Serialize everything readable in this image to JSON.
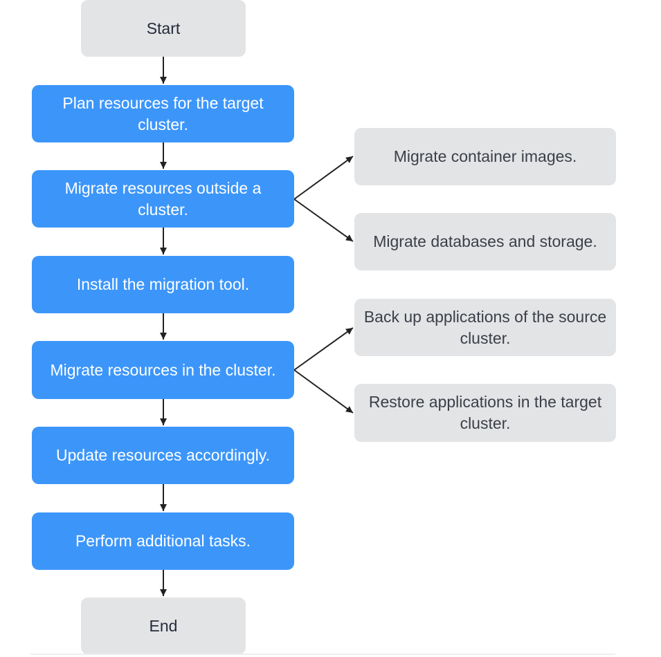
{
  "flow": {
    "start": "Start",
    "end": "End",
    "steps": [
      "Plan resources for the target cluster.",
      "Migrate resources outside a cluster.",
      "Install the migration tool.",
      "Migrate resources in the cluster.",
      "Update resources accordingly.",
      "Perform additional tasks."
    ],
    "substeps_outside": [
      "Migrate container images.",
      "Migrate databases and storage."
    ],
    "substeps_in_cluster": [
      "Back up applications of the source cluster.",
      "Restore applications in the target cluster."
    ]
  },
  "colors": {
    "step_fill": "#3c96fa",
    "terminal_fill": "#e3e4e6",
    "connector": "#222222"
  }
}
